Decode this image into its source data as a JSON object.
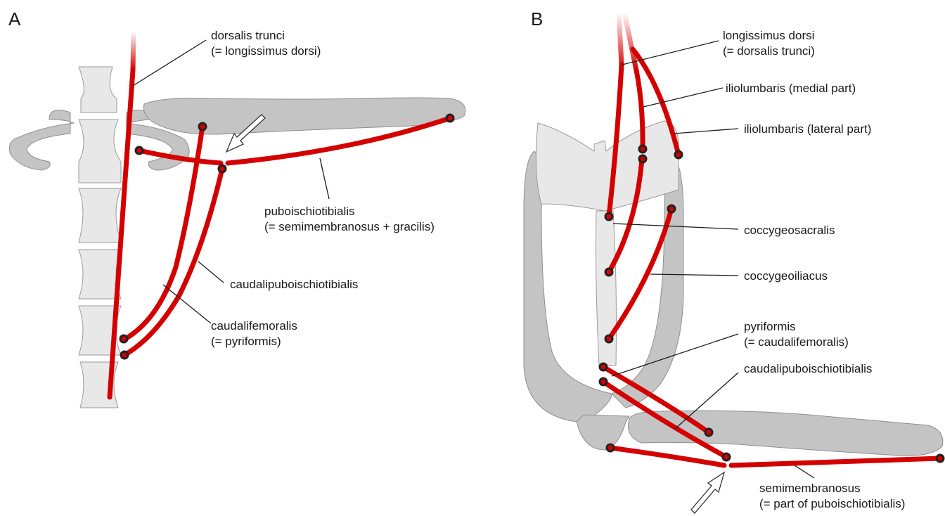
{
  "panels": {
    "a": "A",
    "b": "B"
  },
  "labels_a": {
    "dorsalis_trunci": [
      "dorsalis trunci",
      "(= longissimus dorsi)"
    ],
    "puboischiotibialis": [
      "puboischiotibialis",
      "(= semimembranosus + gracilis)"
    ],
    "caudalipuboischiotibialis": [
      "caudalipuboischiotibialis"
    ],
    "caudalifemoralis": [
      "caudalifemoralis",
      "(= pyriformis)"
    ]
  },
  "labels_b": {
    "longissimus_dorsi": [
      "longissimus dorsi",
      "(= dorsalis trunci)"
    ],
    "iliolumbaris_medial": [
      "iliolumbaris (medial part)"
    ],
    "iliolumbaris_lateral": [
      "iliolumbaris (lateral part)"
    ],
    "coccygeosacralis": [
      "coccygeosacralis"
    ],
    "coccygeoiliacus": [
      "coccygeoiliacus"
    ],
    "pyriformis": [
      "pyriformis",
      "(= caudalifemoralis)"
    ],
    "caudalipuboischiotibialis": [
      "caudalipuboischiotibialis"
    ],
    "semimembranosus": [
      "semimembranosus",
      "(= part of puboischiotibialis)"
    ]
  },
  "colors": {
    "muscle": "#d40000",
    "bone_light": "#e8e8e8",
    "bone_dark": "#c4c4c4",
    "text": "#1a1a1a"
  }
}
